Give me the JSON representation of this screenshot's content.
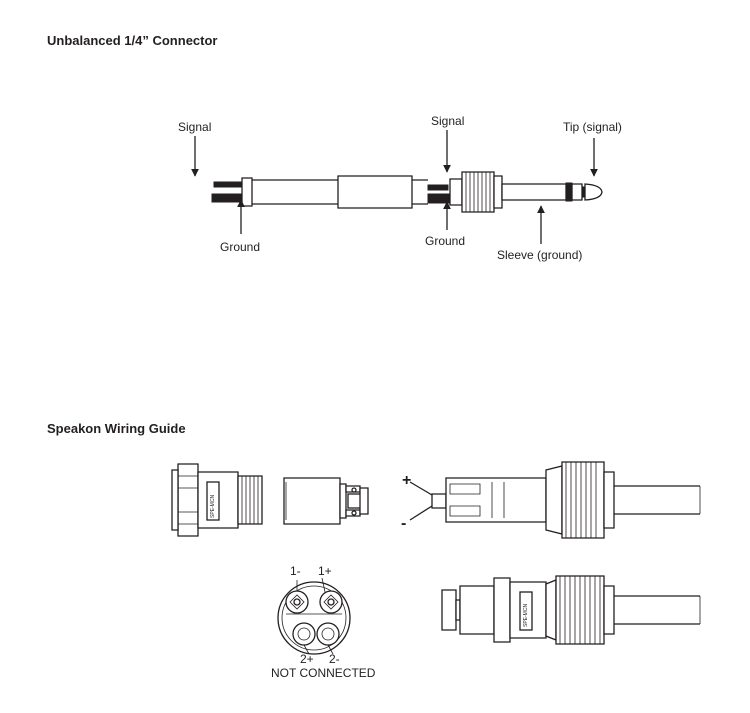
{
  "section1": {
    "title": "Unbalanced 1/4” Connector",
    "labels": {
      "signal_left": "Signal",
      "ground_left": "Ground",
      "signal_mid": "Signal",
      "ground_mid": "Ground",
      "tip": "Tip (signal)",
      "sleeve": "Sleeve (ground)"
    }
  },
  "section2": {
    "title": "Speakon Wiring Guide",
    "wire_plus": "+",
    "wire_minus": "-",
    "pins": {
      "pin_1_minus": "1-",
      "pin_1_plus": "1+",
      "pin_2_plus": "2+",
      "pin_2_minus": "2-",
      "note": "NOT CONNECTED"
    }
  },
  "colors": {
    "ink": "#231f20",
    "background": "#ffffff"
  }
}
